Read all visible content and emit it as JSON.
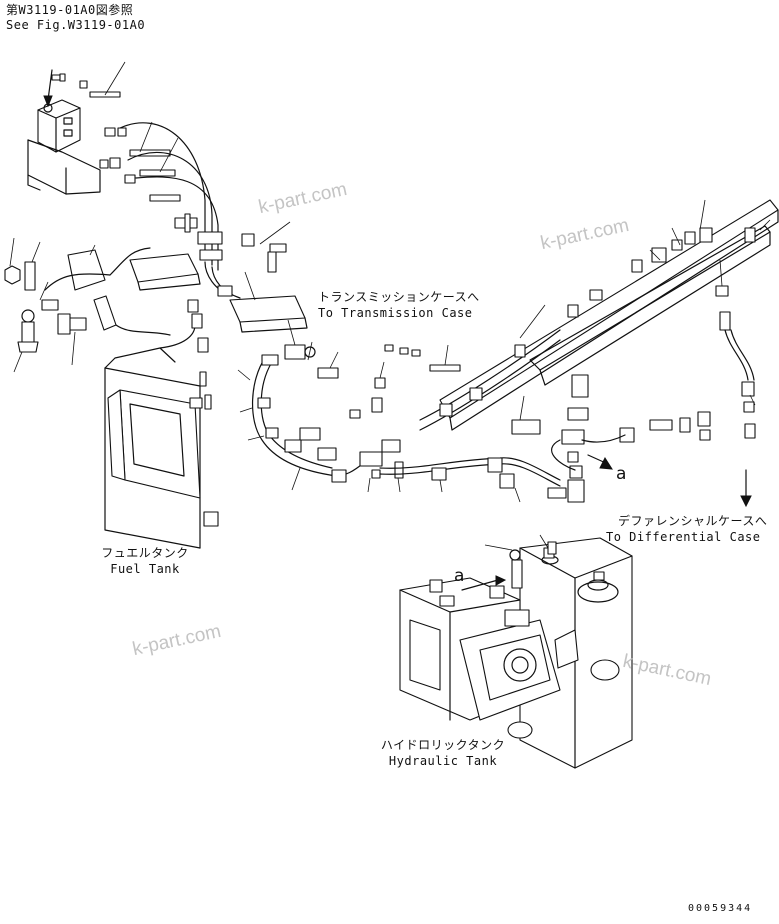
{
  "diagram": {
    "references": {
      "see_fig_jp": "第W3119-01A0図参照",
      "see_fig_en": "See Fig.W3119-01A0"
    },
    "labels": {
      "transmission_jp": "トランスミッションケースへ",
      "transmission_en": "To Transmission Case",
      "differential_jp": "デファレンシャルケースへ",
      "differential_en": "To Differential Case",
      "fuel_tank_jp": "フュエルタンク",
      "fuel_tank_en": "Fuel Tank",
      "hydraulic_tank_jp": "ハイドロリックタンク",
      "hydraulic_tank_en": "Hydraulic Tank"
    },
    "callouts": {
      "a_right": "a",
      "a_tank": "a"
    },
    "watermark": "k-part.com",
    "drawing_number": "00059344"
  }
}
